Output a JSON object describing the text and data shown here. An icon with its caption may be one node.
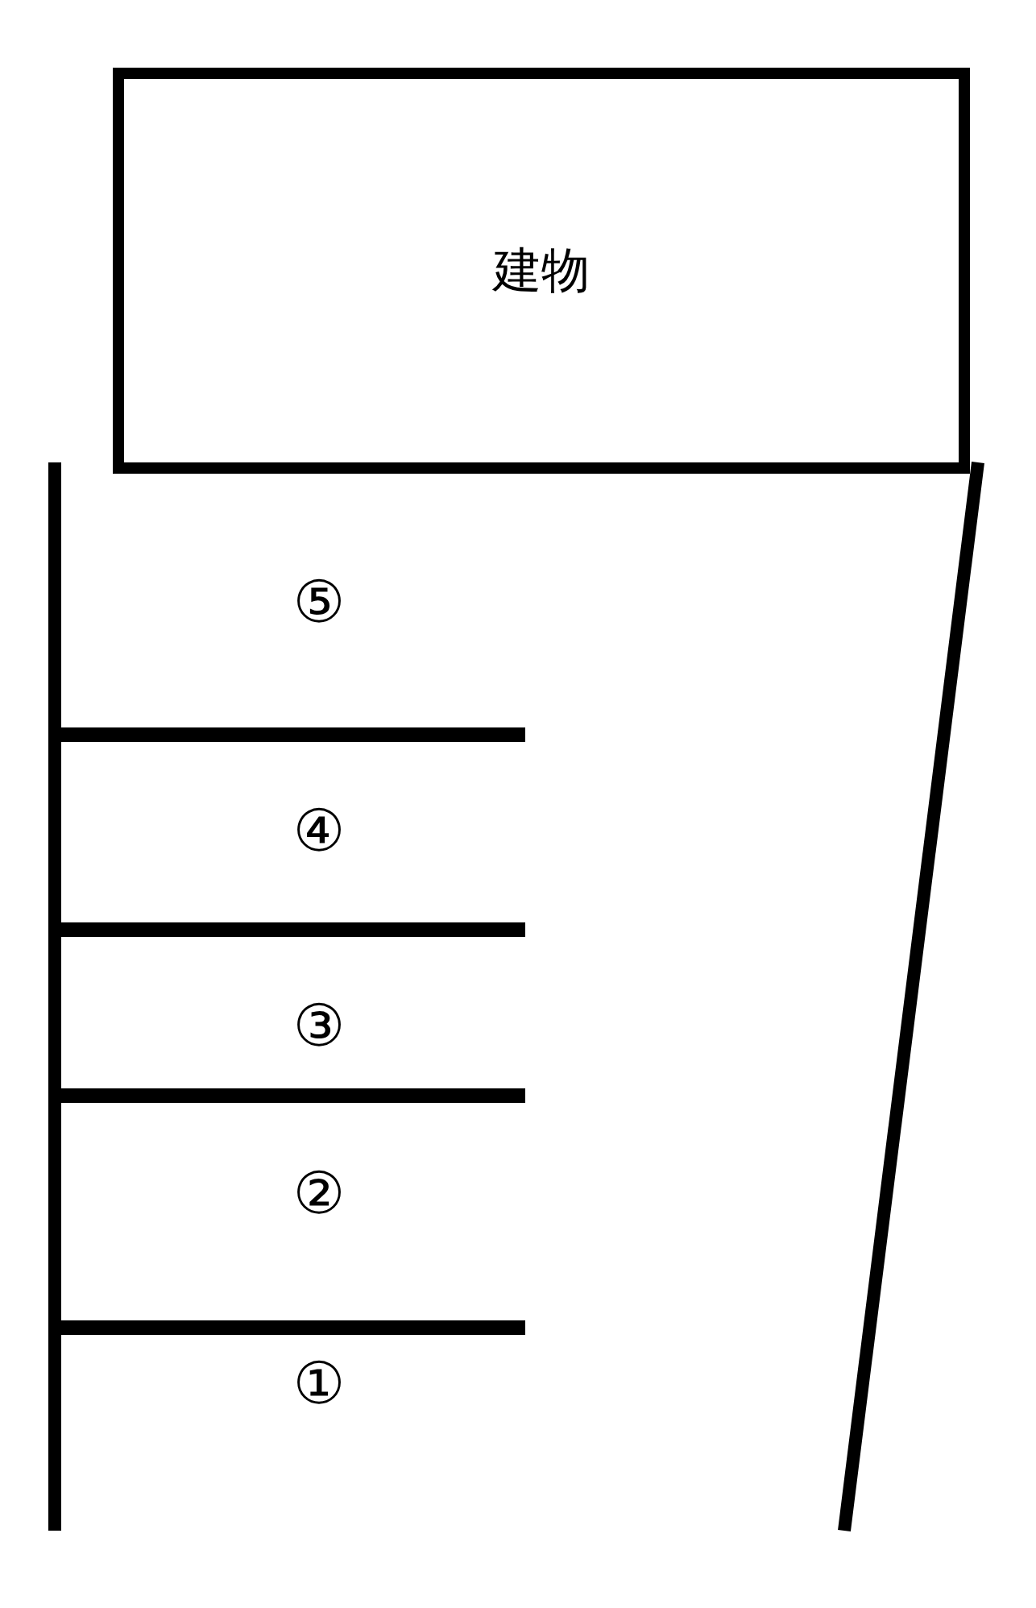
{
  "diagram": {
    "nodes": [
      {
        "text": [
          "建物"
        ]
      }
    ],
    "labels": [
      "⑤",
      "④",
      "③",
      "②",
      "①"
    ]
  }
}
